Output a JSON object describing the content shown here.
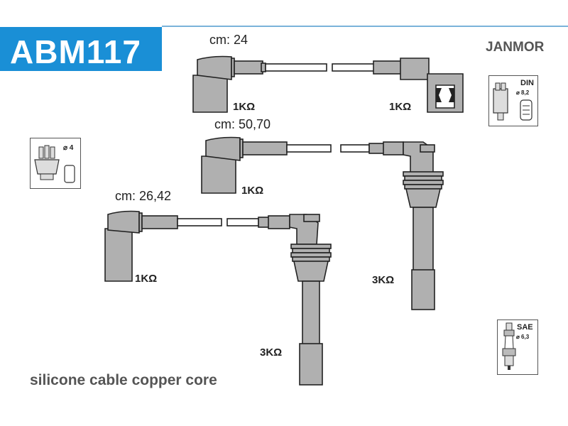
{
  "header": {
    "code": "ABM117",
    "brand": "JANMOR"
  },
  "cables": [
    {
      "length_label": "cm: 24",
      "res_left": "1KΩ",
      "res_right": "1KΩ"
    },
    {
      "length_label": "cm: 50,70",
      "res_left": "1KΩ",
      "res_right": "3KΩ"
    },
    {
      "length_label": "cm: 26,42",
      "res_left": "1KΩ",
      "res_right": "3KΩ"
    }
  ],
  "badges": {
    "din": {
      "title": "DIN",
      "dia": "⌀ 8,2"
    },
    "cap": {
      "dia": "⌀ 4"
    },
    "sae": {
      "title": "SAE",
      "dia": "⌀ 6,3"
    }
  },
  "footer": "silicone cable copper core",
  "colors": {
    "accent": "#1a8fd6",
    "part_fill": "#b0b0b0",
    "outline": "#222222"
  }
}
